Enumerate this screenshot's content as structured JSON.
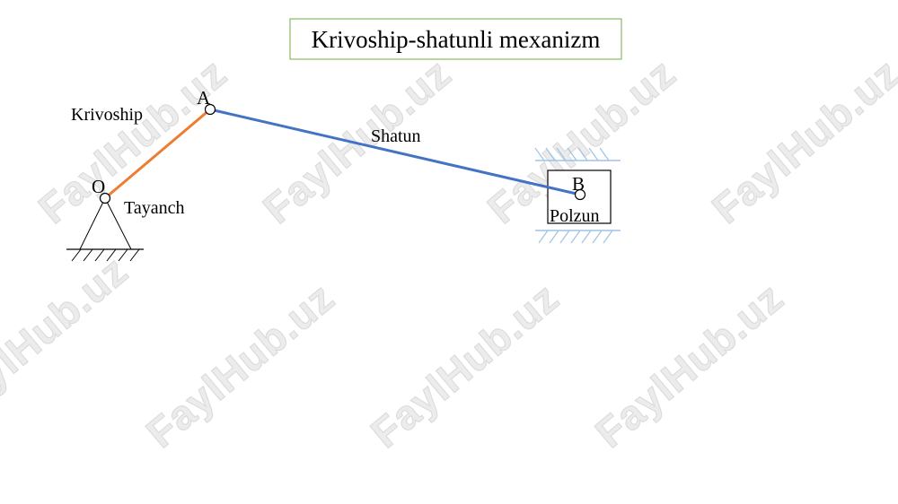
{
  "title": "Krivoship-shatunli mexanizm",
  "points": {
    "O": "O",
    "A": "A",
    "B": "B"
  },
  "labels": {
    "krivoship": "Krivoship",
    "shatun": "Shatun",
    "tayanch": "Tayanch",
    "polzun": "Polzun"
  },
  "colors": {
    "crank": "#ED7D31",
    "connecting_rod": "#4472C4",
    "guide_hatch": "#9DC3E6",
    "title_border": "#70AD47",
    "watermark": "#dcdcdc"
  },
  "watermark": "FaylHub.uz"
}
